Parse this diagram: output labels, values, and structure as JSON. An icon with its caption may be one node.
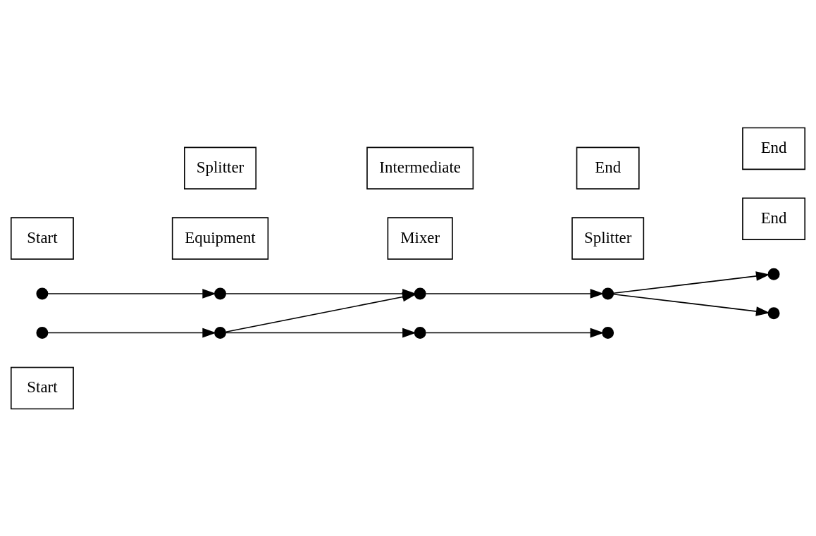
{
  "diagram": {
    "nodes": [
      {
        "text": [
          "Start"
        ]
      },
      {
        "text": [],
        "shape": "circle"
      },
      {
        "text": [
          "Equipment"
        ]
      },
      {
        "text": [],
        "shape": "circle"
      },
      {
        "text": [
          "End"
        ]
      },
      {
        "text": [],
        "shape": "circle"
      },
      {
        "text": [
          "Start"
        ]
      },
      {
        "text": [],
        "shape": "circle"
      },
      {
        "text": [
          "Splitter"
        ]
      },
      {
        "text": [],
        "shape": "circle"
      },
      {
        "text": [
          "Mixer"
        ]
      },
      {
        "text": [],
        "shape": "circle"
      },
      {
        "text": [],
        "shape": "circle"
      },
      {
        "text": [
          "Splitter"
        ]
      },
      {
        "text": [],
        "shape": "circle"
      },
      {
        "text": [],
        "shape": "circle"
      },
      {
        "text": [
          "End"
        ]
      },
      {
        "text": [
          "Intermediate"
        ]
      },
      {
        "text": [],
        "shape": "circle"
      },
      {
        "text": [
          "End"
        ]
      }
    ],
    "edges": [
      {
        "from": 1,
        "to": 3,
        "arrow": "to"
      },
      {
        "from": 3,
        "to": 11,
        "arrow": "to"
      },
      {
        "from": 7,
        "to": 9,
        "arrow": "to"
      },
      {
        "from": 9,
        "to": 11,
        "arrow": "to"
      },
      {
        "from": 11,
        "to": 12,
        "arrow": "to"
      },
      {
        "from": 12,
        "to": 5,
        "arrow": "to"
      },
      {
        "from": 12,
        "to": 18,
        "arrow": "to"
      },
      {
        "from": 9,
        "to": 14,
        "arrow": "to"
      },
      {
        "from": 14,
        "to": 15,
        "arrow": "to"
      }
    ]
  }
}
